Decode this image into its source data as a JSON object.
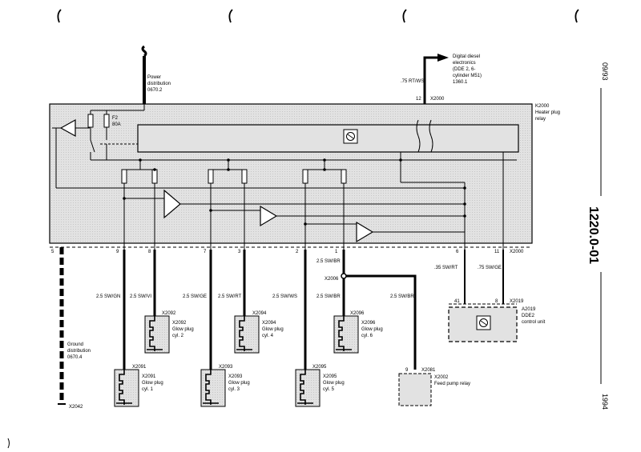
{
  "margin_label": "09/93",
  "page_code": "1220.0-01",
  "year": "1994",
  "power_distribution": {
    "label": "Power\ndistribution\n0670.2"
  },
  "dde": {
    "label": "Digital diesel\nelectronics\n(DDE 2, 6-\ncylinder M51)\n1360.1",
    "wire": ".75 RT/WS",
    "pin": "12",
    "connector": "X2000"
  },
  "relay": {
    "label": "K2000\nHeater plug\nrelay",
    "fuse_name": "F2",
    "fuse_rating": "80A"
  },
  "ground": {
    "label": "Ground\ndistribution\n0670.4",
    "connector": "X2042"
  },
  "bottom_pins": [
    "5",
    "9",
    "8",
    "7",
    "3",
    "2",
    "1",
    "6",
    "11"
  ],
  "bottom_connector": "X2000",
  "wires": {
    "cyl1": "2.5 SW/GN",
    "cyl2": "2.5 SW/VI",
    "cyl3": "2.5 SW/GE",
    "cyl4": "2.5 SW/RT",
    "cyl5": "2.5 SW/WS",
    "cyl6": "2.5 SW/BR",
    "main": "2.5 SW/BR",
    "feed": "2.5 SW/BR",
    "dde_rt": ".35 SW/RT",
    "dde_ge": ".75 SW/GE"
  },
  "splice": "X2006",
  "glow_plugs": [
    {
      "connector": "X2091",
      "label": "X2091\nGlow plug\ncyl. 1"
    },
    {
      "connector": "X2092",
      "label": "X2092\nGlow plug\ncyl. 2"
    },
    {
      "connector": "X2093",
      "label": "X2093\nGlow plug\ncyl. 3"
    },
    {
      "connector": "X2094",
      "label": "X2094\nGlow plug\ncyl. 4"
    },
    {
      "connector": "X2095",
      "label": "X2095\nGlow plug\ncyl. 5"
    },
    {
      "connector": "X2096",
      "label": "X2096\nGlow plug\ncyl. 6"
    }
  ],
  "feed_pump": {
    "pin": "9",
    "connector": "X2081",
    "label": "X2002\nFeed pump relay"
  },
  "dde_unit": {
    "pin_a": "41",
    "pin_b": "8",
    "connector": "X2019",
    "label": "A2019\nDDE2\ncontrol unit"
  }
}
